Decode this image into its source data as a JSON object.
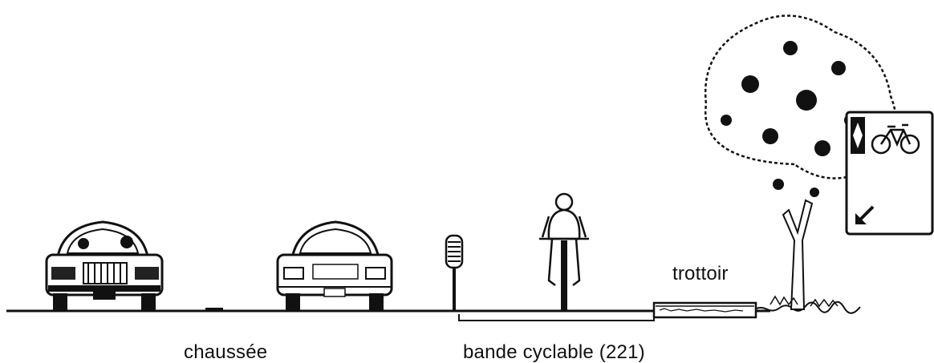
{
  "labels": {
    "roadway": "chaussée",
    "bike_lane": "bande cyclable (221)",
    "sidewalk": "trottoir"
  },
  "icons": {
    "sign_bicycle": "bicycle-icon",
    "sign_diamond": "diamond-icon",
    "sign_arrow": "arrow-down-left-icon"
  },
  "colors": {
    "ink": "#111111",
    "paper": "#ffffff"
  }
}
